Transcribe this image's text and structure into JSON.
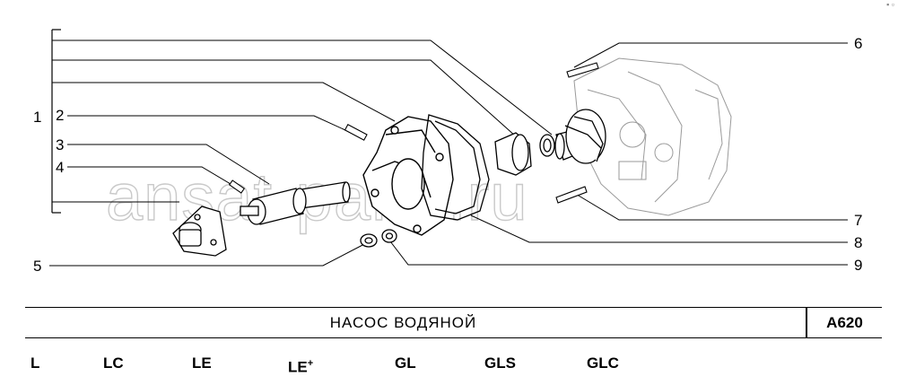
{
  "diagram": {
    "callouts": [
      "1",
      "2",
      "3",
      "4",
      "5",
      "6",
      "7",
      "8",
      "9"
    ],
    "watermark": "ansat-parts.ru"
  },
  "title_bar": {
    "title": "НАСОС ВОДЯНОЙ",
    "code": "A620"
  },
  "variants": {
    "items": [
      "L",
      "LC",
      "LE",
      "LE",
      "GL",
      "GLS",
      "GLC"
    ],
    "plus_mark": "+"
  },
  "colors": {
    "line": "#000000",
    "watermark": "#c9c9c9",
    "background": "#ffffff"
  }
}
